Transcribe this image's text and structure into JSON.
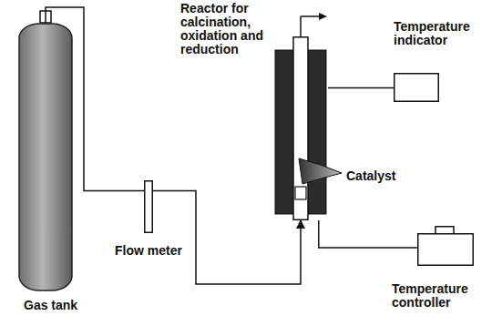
{
  "diagram": {
    "nodes": [
      {
        "text": [
          "Gas tank"
        ]
      },
      {
        "text": [
          "Flow meter"
        ]
      },
      {
        "text": [
          "Reactor for calcination, oxidation and reduction"
        ]
      },
      {
        "text": [
          "Temperature indicator"
        ]
      },
      {
        "text": [
          "Temperature controller"
        ]
      }
    ],
    "edges": [
      {
        "from": 0,
        "to": 1,
        "arrow": "none"
      },
      {
        "from": 1,
        "to": 2,
        "arrow": "to"
      },
      {
        "from": 2,
        "to": 3,
        "arrow": "none"
      },
      {
        "from": 2,
        "to": 4,
        "arrow": "none"
      }
    ],
    "labels": [
      "Catalyst"
    ]
  }
}
